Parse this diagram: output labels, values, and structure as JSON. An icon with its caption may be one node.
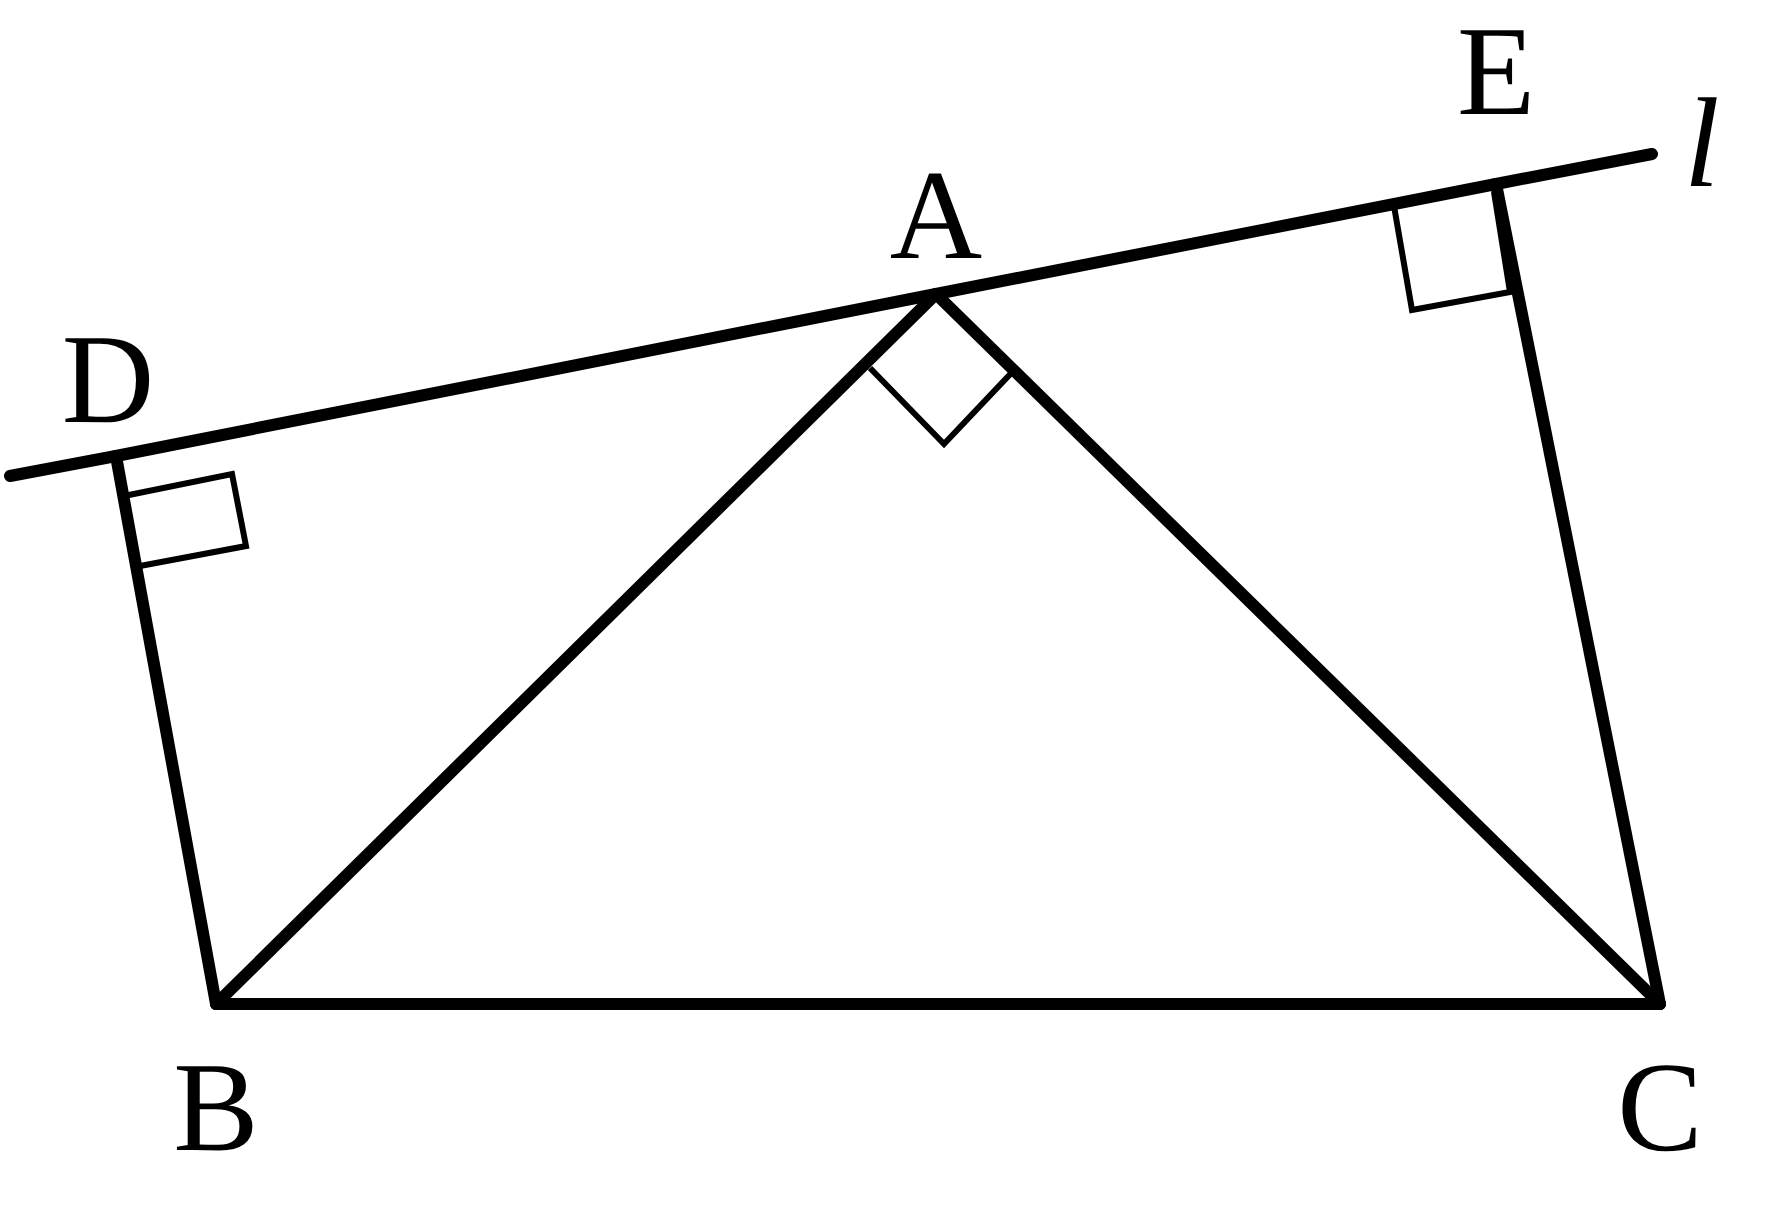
{
  "diagram": {
    "nodes": [
      {
        "text": [
          "E"
        ]
      },
      {
        "text": [
          "A"
        ]
      },
      {
        "text": [
          "D"
        ]
      },
      {
        "text": [
          "B"
        ]
      },
      {
        "text": [
          "C"
        ]
      }
    ],
    "edges": [
      {
        "from": 2,
        "to": 1,
        "arrow": "none"
      },
      {
        "from": 1,
        "to": 0,
        "arrow": "none"
      },
      {
        "from": 2,
        "to": 3,
        "arrow": "none"
      },
      {
        "from": 1,
        "to": 3,
        "arrow": "none"
      },
      {
        "from": 1,
        "to": 4,
        "arrow": "none"
      },
      {
        "from": 0,
        "to": 4,
        "arrow": "none"
      },
      {
        "from": 3,
        "to": 4,
        "arrow": "none"
      }
    ],
    "labels": [
      "l"
    ]
  }
}
